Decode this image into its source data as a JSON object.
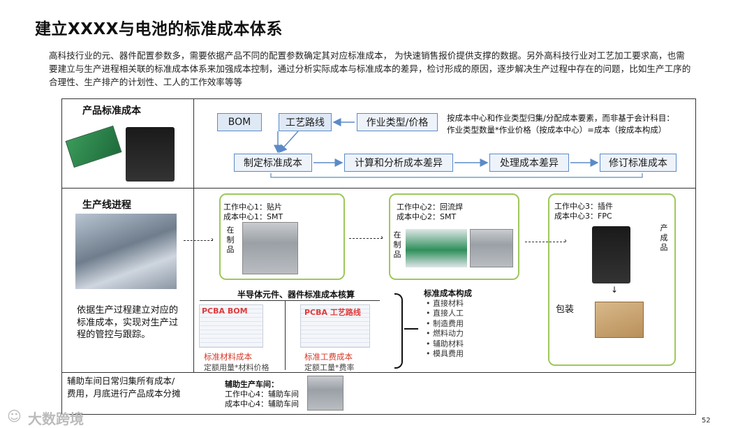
{
  "page": {
    "title": "建立XXXX与电池的标准成本体系",
    "intro": "高科技行业的元、器件配置参数多，需要依据产品不同的配置参数确定其对应标准成本， 为快速销售报价提供支撑的数据。另外高科技行业对工艺加工要求高，也需要建立与生产进程相关联的标准成本体系来加强成本控制，通过分析实际成本与标准成本的差异，检讨形成的原因，逐步解决生产过程中存在的问题，比如生产工序的合理性、生产排产的计划性、工人的工作效率等等",
    "page_number": "52",
    "watermark": "大数跨境"
  },
  "section1": {
    "label": "产品标准成本",
    "flow": {
      "bom": "BOM",
      "process_route": "工艺路线",
      "activity_type": "作业类型/价格",
      "set_standard": "制定标准成本",
      "analyze": "计算和分析成本差异",
      "handle": "处理成本差异",
      "revise": "修订标准成本"
    },
    "note_line1": "按成本中心和作业类型归集/分配成本要素，而非基于会计科目：",
    "note_line2": "作业类型数量*作业价格（按成本中心）=成本（按成本构成）"
  },
  "section2": {
    "label": "生产线进程",
    "description": "依据生产过程建立对应的标准成本，实现对生产过程的管控与跟踪。",
    "wc1": {
      "line1": "工作中心1：贴片",
      "line2": "成本中心1：SMT",
      "vertical": [
        "在",
        "制",
        "品"
      ]
    },
    "wc2": {
      "line1": "工作中心2：回流焊",
      "line2": "成本中心2：SMT",
      "vertical": [
        "在",
        "制",
        "品"
      ]
    },
    "wc3": {
      "line1": "工作中心3：插件",
      "line2": "成本中心3：FPC",
      "vertical": [
        "产",
        "成",
        "品"
      ],
      "packaging": "包装"
    },
    "semi_title": "半导体元件、器件标准成本核算",
    "pcba_bom": "PCBA BOM",
    "pcba_route": "PCBA 工艺路线",
    "material_cost": "标准材料成本",
    "material_formula": "定额用量*材料价格",
    "labor_cost": "标准工费成本",
    "labor_formula": "定额工量*费率",
    "std_title": "标准成本构成",
    "std_items": [
      "直接材料",
      "直接人工",
      "制造费用",
      "燃料动力",
      "辅助材料",
      "模具费用"
    ]
  },
  "section3": {
    "description_line1": "辅助车间日常归集所有成本/",
    "description_line2": "费用，月底进行产品成本分摊",
    "aux_title": "辅助生产车间：",
    "aux_line1": "工作中心4：辅助车间",
    "aux_line2": "成本中心4：辅助车间"
  }
}
